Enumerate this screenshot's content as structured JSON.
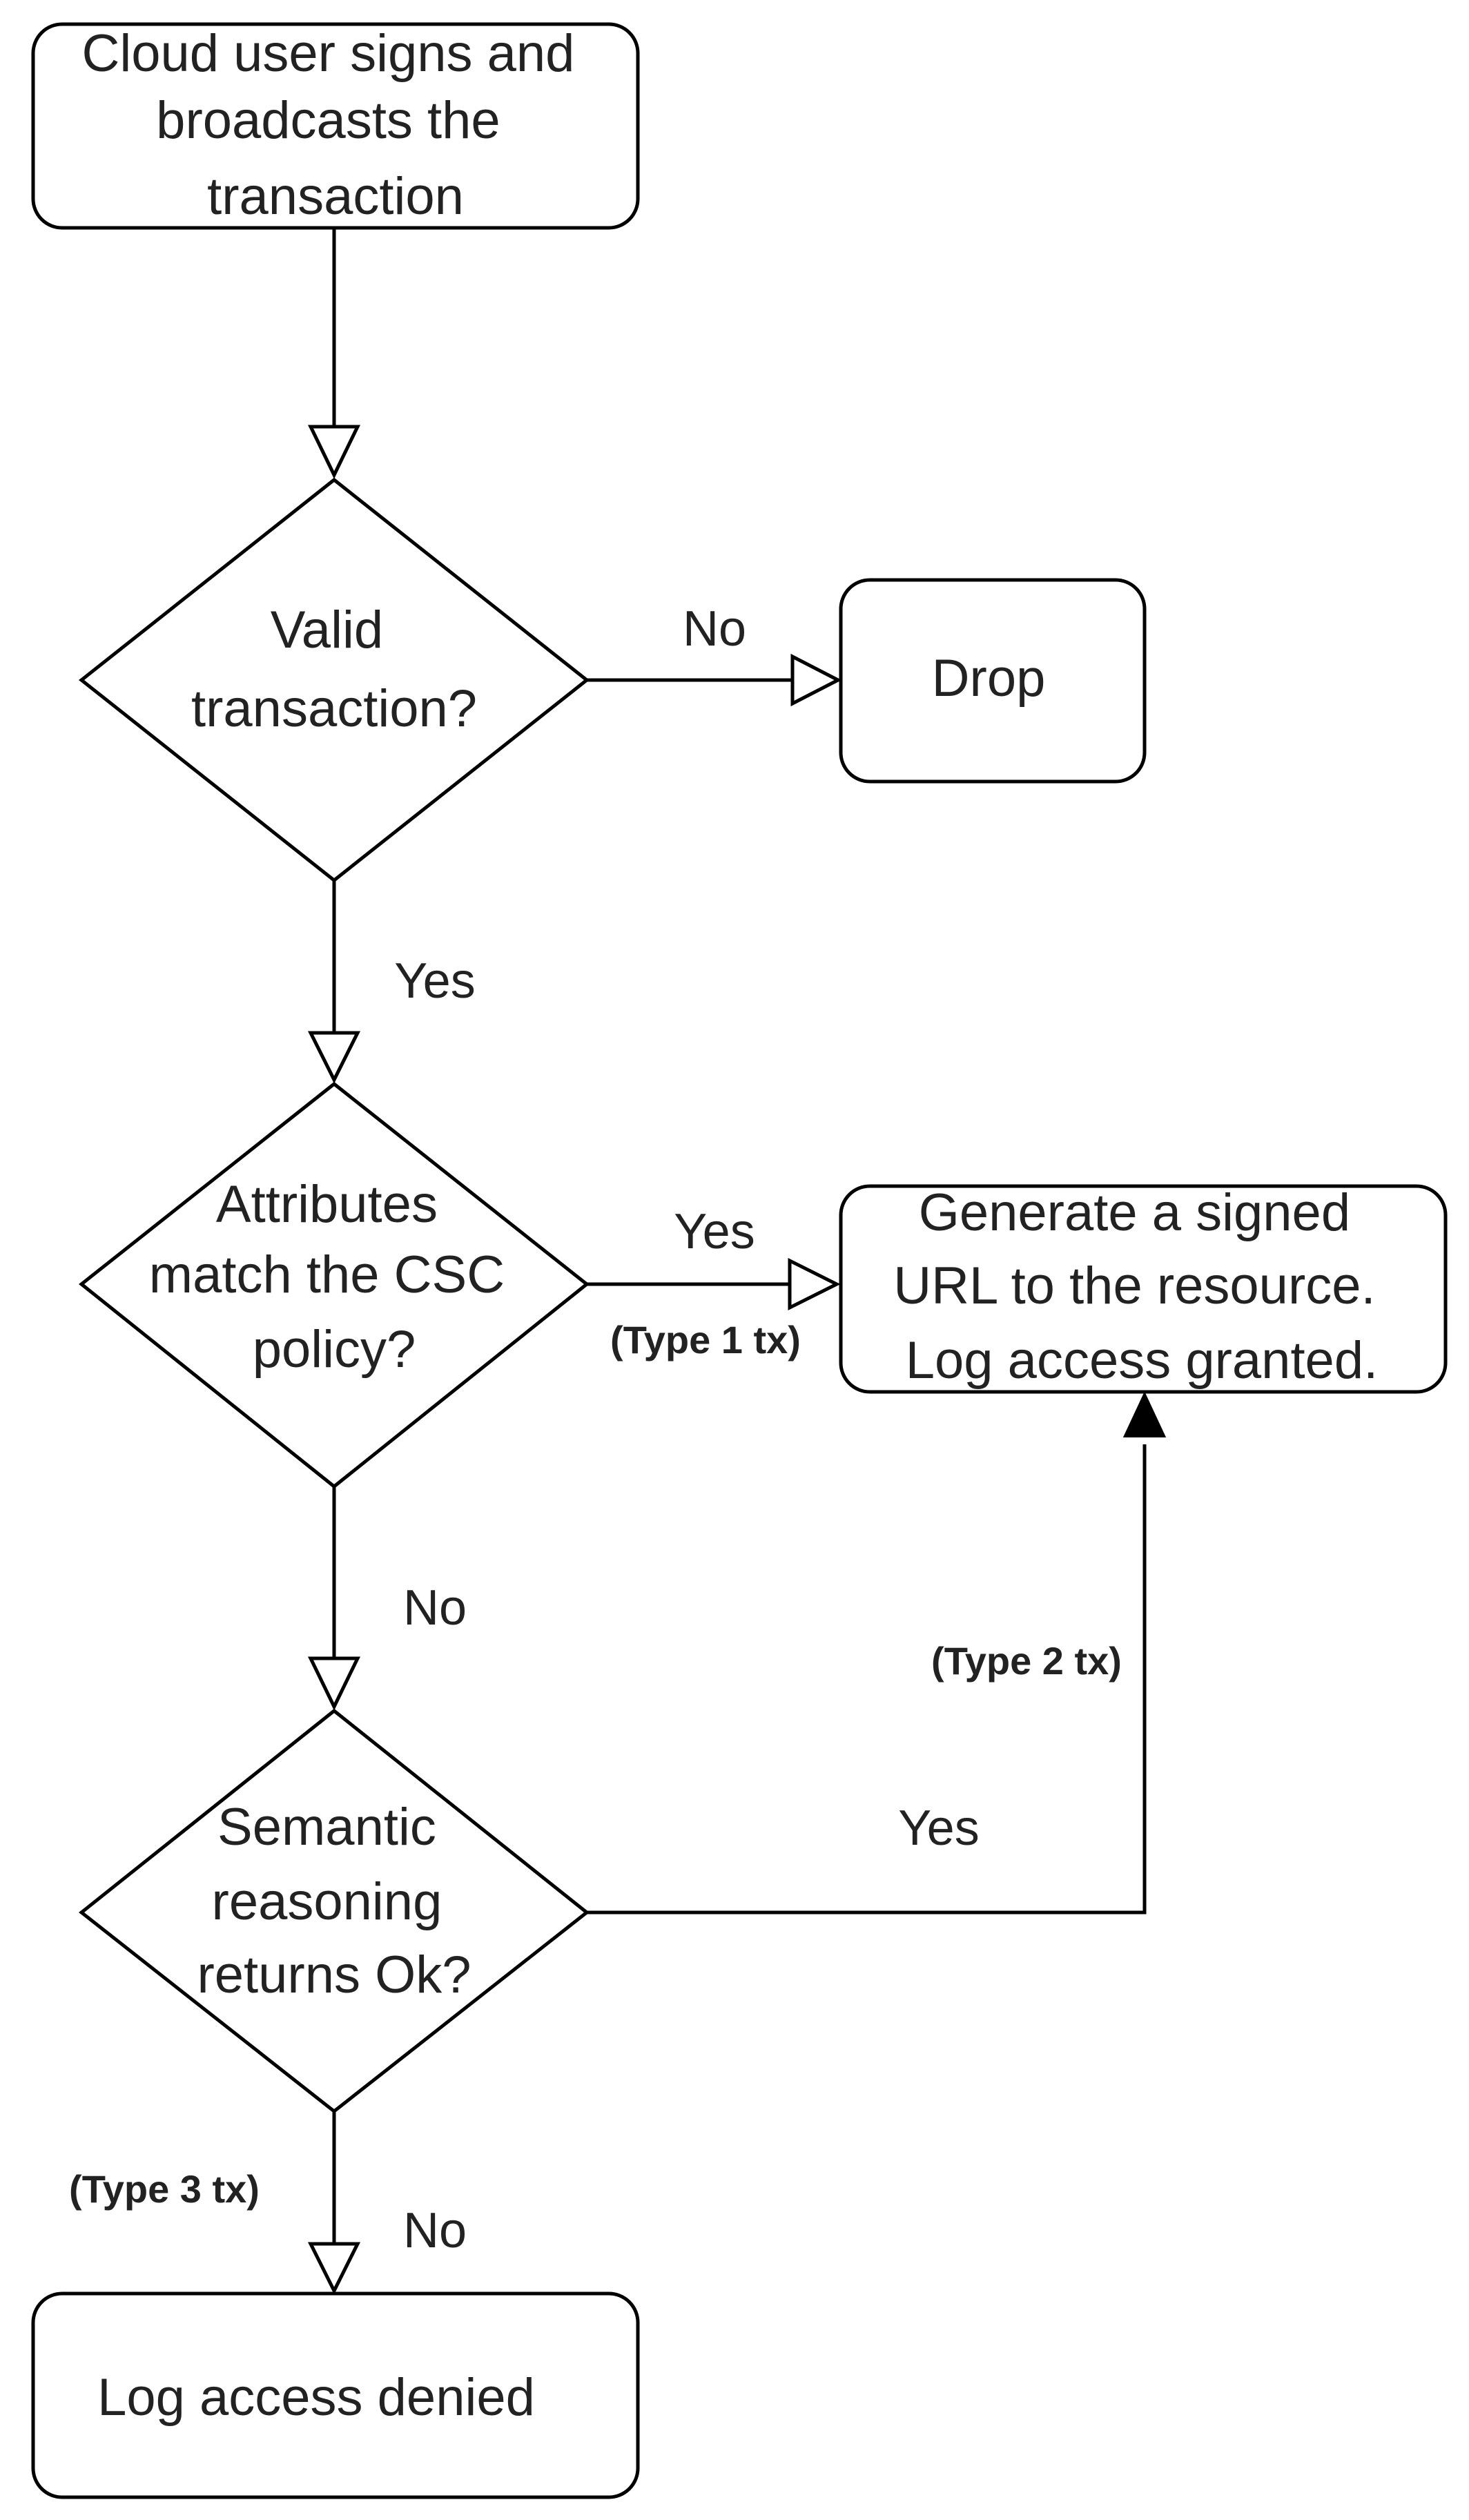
{
  "nodes": {
    "start": {
      "lines": [
        "Cloud user signs and",
        "broadcasts the",
        "transaction"
      ]
    },
    "valid": {
      "lines": [
        "Valid",
        "transaction?"
      ]
    },
    "drop": {
      "lines": [
        "Drop"
      ]
    },
    "attributes": {
      "lines": [
        "Attributes",
        "match the CSC",
        "policy?"
      ]
    },
    "generate": {
      "lines": [
        "Generate a signed",
        "URL to the resource.",
        "Log access granted."
      ]
    },
    "semantic": {
      "lines": [
        "Semantic",
        "reasoning",
        "returns Ok?"
      ]
    },
    "denied": {
      "lines": [
        "Log access denied"
      ]
    }
  },
  "edges": {
    "valid_no": {
      "label": "No"
    },
    "valid_yes": {
      "label": "Yes"
    },
    "attributes_yes": {
      "label": "Yes",
      "tx": "(Type 1 tx)"
    },
    "attributes_no": {
      "label": "No"
    },
    "semantic_yes": {
      "label": "Yes",
      "tx": "(Type 2 tx)"
    },
    "semantic_no": {
      "label": "No",
      "tx": "(Type 3 tx)"
    }
  }
}
